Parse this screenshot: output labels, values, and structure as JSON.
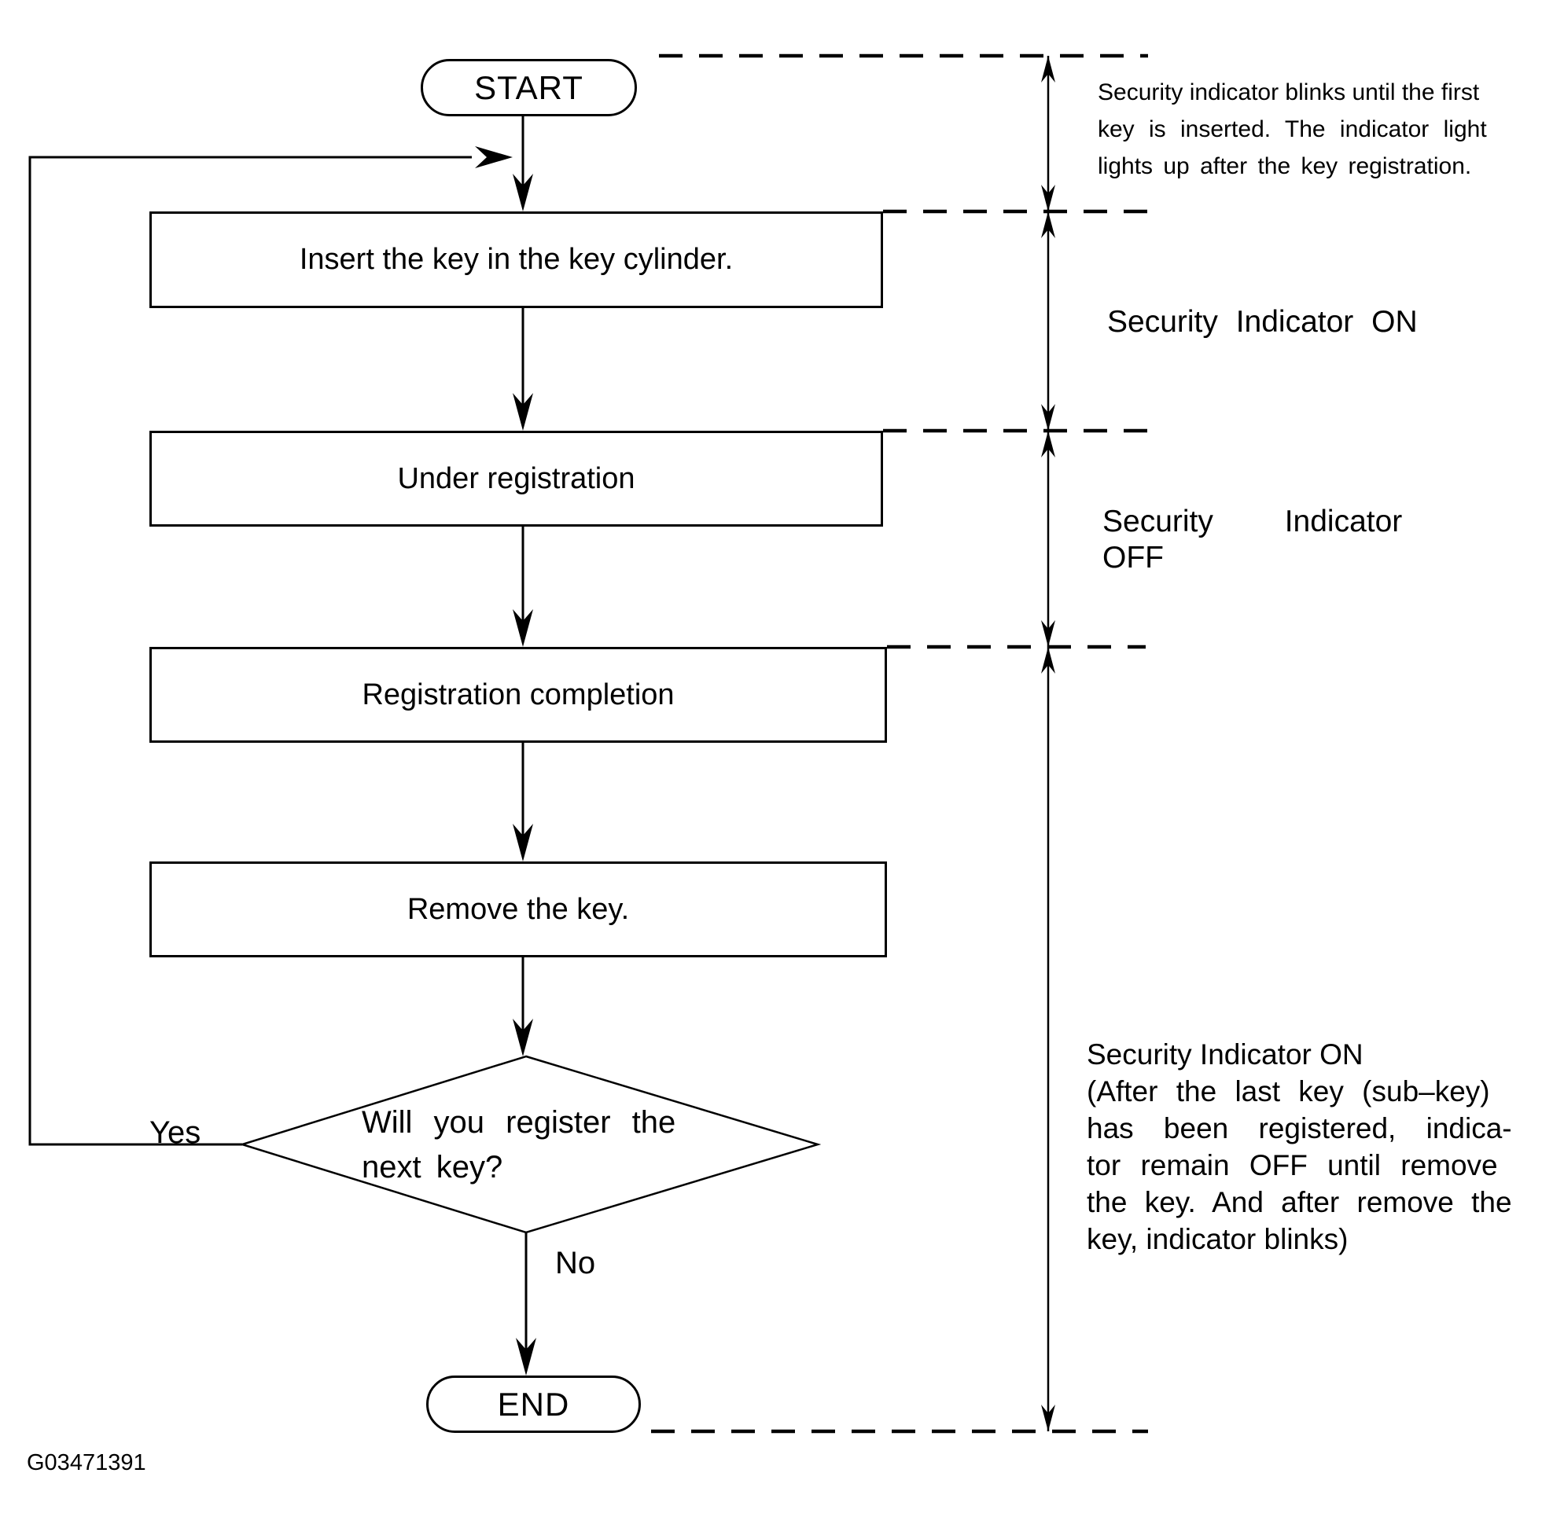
{
  "page": {
    "figure_code": "G03471391",
    "ink_color": "#000000",
    "paper_color": "#ffffff"
  },
  "flowchart": {
    "start_label": "START",
    "steps": [
      {
        "label": "Insert the key in the key cylinder."
      },
      {
        "label": "Under registration"
      },
      {
        "label": "Registration completion"
      },
      {
        "label": "Remove the key."
      }
    ],
    "decision": {
      "question_line1": "Will you register the",
      "question_line2": "next key?",
      "yes_label": "Yes",
      "no_label": "No"
    },
    "end_label": "END"
  },
  "annotations": [
    {
      "lines": [
        "Security indicator blinks until the first",
        "key is inserted. The indicator light",
        "lights up after the key registration."
      ]
    },
    {
      "lines": [
        "Security Indicator ON"
      ]
    },
    {
      "lines": [
        "Security Indicator",
        "OFF"
      ]
    },
    {
      "lines": [
        "Security Indicator ON",
        "(After the last key (sub–key)",
        "has been registered, indica-",
        "tor remain OFF until remove",
        "the key. And after remove the",
        "key, indicator blinks)"
      ]
    }
  ]
}
